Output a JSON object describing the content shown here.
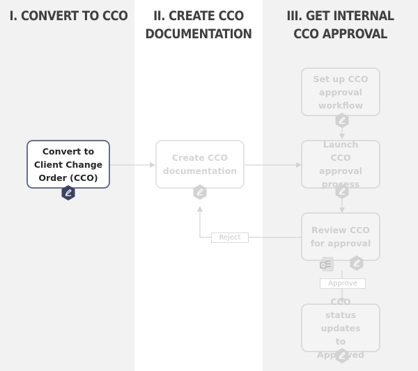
{
  "lanes": [
    {
      "title": "I. CONVERT TO CCO"
    },
    {
      "title_line1": "II. CREATE CCO",
      "title_line2": "DOCUMENTATION"
    },
    {
      "title_line1": "III. GET INTERNAL",
      "title_line2": "CCO APPROVAL"
    }
  ],
  "nodes": {
    "convert": {
      "label": "Convert to Client Change Order (CCO)",
      "state": "active"
    },
    "create": {
      "label": "Create CCO documentation",
      "state": "inactive"
    },
    "setup": {
      "label": "Set up CCO approval workflow",
      "state": "inactive"
    },
    "launch": {
      "label": "Launch CCO approval process",
      "state": "inactive"
    },
    "review": {
      "label": "Review CCO for approval",
      "state": "inactive"
    },
    "status": {
      "label": "CCO status updates to Approved",
      "state": "inactive"
    }
  },
  "edge_labels": {
    "reject": "Reject",
    "approve": "Approve"
  },
  "icons": {
    "task": "pencil-hexagon-icon",
    "document": "document-icon"
  },
  "colors": {
    "active_border": "#6a6f8f",
    "active_icon": "#3d4163",
    "inactive": "#d0d0d0",
    "lane_shade": "#f2f2f2"
  }
}
